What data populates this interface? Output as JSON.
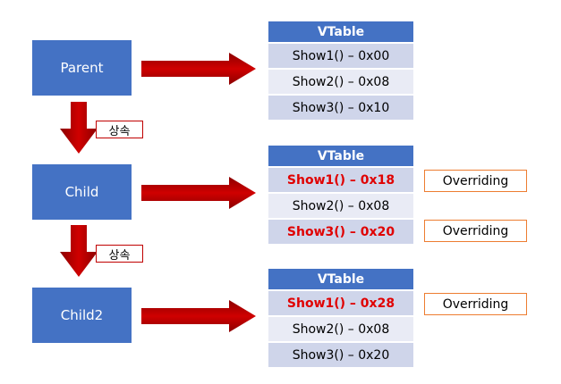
{
  "classes": {
    "parent": "Parent",
    "child": "Child",
    "child2": "Child2"
  },
  "inheritance_label": "상속",
  "override_label": "Overriding",
  "vtables": [
    {
      "title": "VTable",
      "rows": [
        "Show1() – 0x00",
        "Show2() – 0x08",
        "Show3() – 0x10"
      ]
    },
    {
      "title": "VTable",
      "rows": [
        "Show1() – 0x18",
        "Show2() – 0x08",
        "Show3() – 0x20"
      ]
    },
    {
      "title": "VTable",
      "rows": [
        "Show1() – 0x28",
        "Show2() – 0x08",
        "Show3() – 0x20"
      ]
    }
  ],
  "colors": {
    "class_box": "#4472c4",
    "arrow": "#c00000",
    "override_text": "#e00000",
    "override_label_border": "#ed7d31"
  }
}
